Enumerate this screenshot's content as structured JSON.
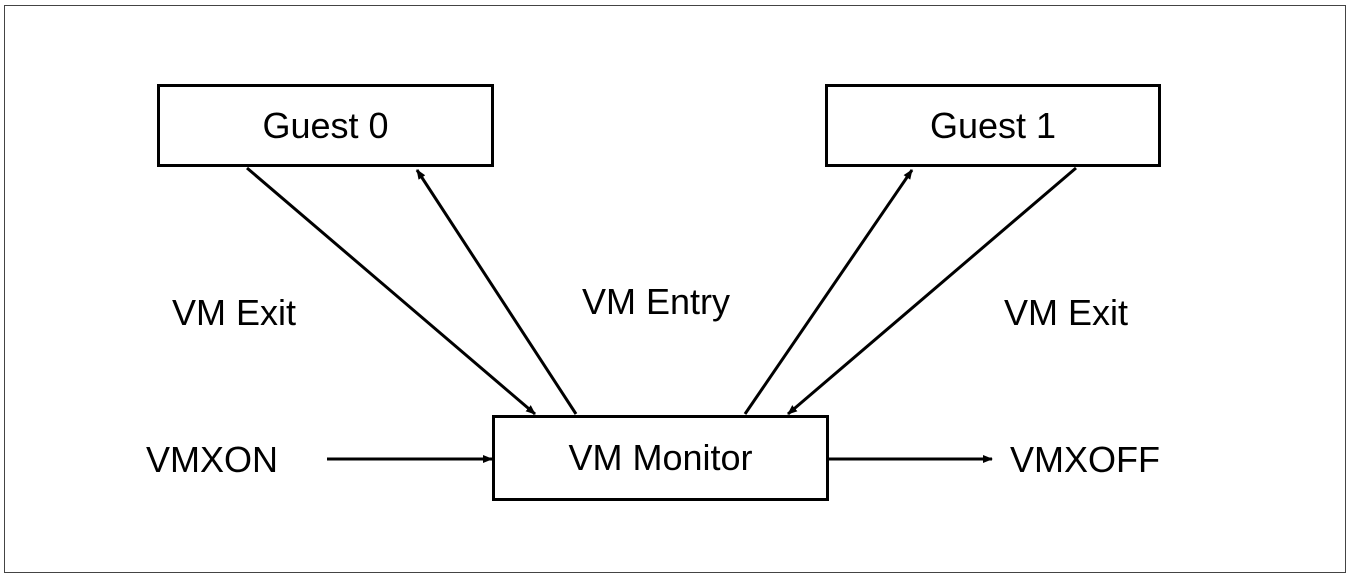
{
  "diagram": {
    "nodes": {
      "guest0": "Guest 0",
      "guest1": "Guest 1",
      "monitor": "VM Monitor"
    },
    "labels": {
      "vm_exit_left": "VM Exit",
      "vm_entry": "VM Entry",
      "vm_exit_right": "VM Exit",
      "vmxon": "VMXON",
      "vmxoff": "VMXOFF"
    },
    "edges": [
      {
        "from": "Guest 0",
        "to": "VM Monitor",
        "label": "VM Exit"
      },
      {
        "from": "VM Monitor",
        "to": "Guest 0",
        "label": "VM Entry"
      },
      {
        "from": "VM Monitor",
        "to": "Guest 1",
        "label": "VM Entry"
      },
      {
        "from": "Guest 1",
        "to": "VM Monitor",
        "label": "VM Exit"
      },
      {
        "from": "VMXON",
        "to": "VM Monitor"
      },
      {
        "from": "VM Monitor",
        "to": "VMXOFF"
      }
    ],
    "colors": {
      "stroke": "#000000",
      "frame": "#444444",
      "background": "#ffffff"
    }
  }
}
